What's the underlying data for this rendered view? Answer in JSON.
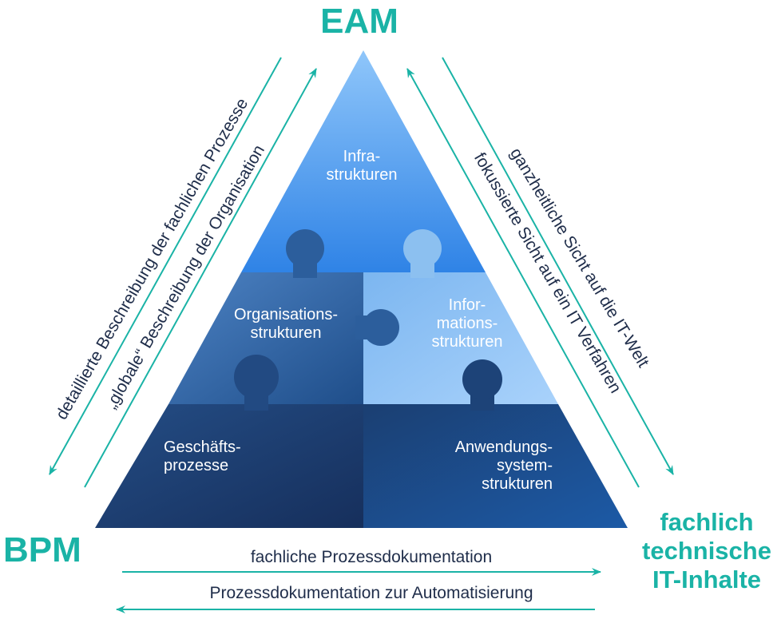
{
  "corners": {
    "top": "EAM",
    "left": "BPM",
    "right": [
      "fachlich",
      "technische",
      "IT-Inhalte"
    ]
  },
  "segments": {
    "infrastrukturen": [
      "Infra-",
      "strukturen"
    ],
    "organisation": [
      "Organisations-",
      "strukturen"
    ],
    "information": [
      "Infor-",
      "mations-",
      "strukturen"
    ],
    "geschaeft": [
      "Geschäfts-",
      "prozesse"
    ],
    "anwendung": [
      "Anwendungs-",
      "system-",
      "strukturen"
    ]
  },
  "side_labels": {
    "left_outer": "detaillierte Beschreibung der fachlichen Prozesse",
    "left_inner": "„globale“ Beschreibung der Organisation",
    "right_outer": "ganzheitliche Sicht auf die IT-Welt",
    "right_inner": "fokussierte Sicht auf ein IT Verfahren"
  },
  "bottom_labels": {
    "to_right": "fachliche Prozessdokumentation",
    "to_left": "Prozessdokumentation zur Automatisierung"
  },
  "colors": {
    "accent": "#1ab3a6",
    "top_segment": "#4a9be8",
    "middle_left": "#2c5e9c",
    "middle_right": "#8cc0f0",
    "bottom": "#1e4a80"
  }
}
